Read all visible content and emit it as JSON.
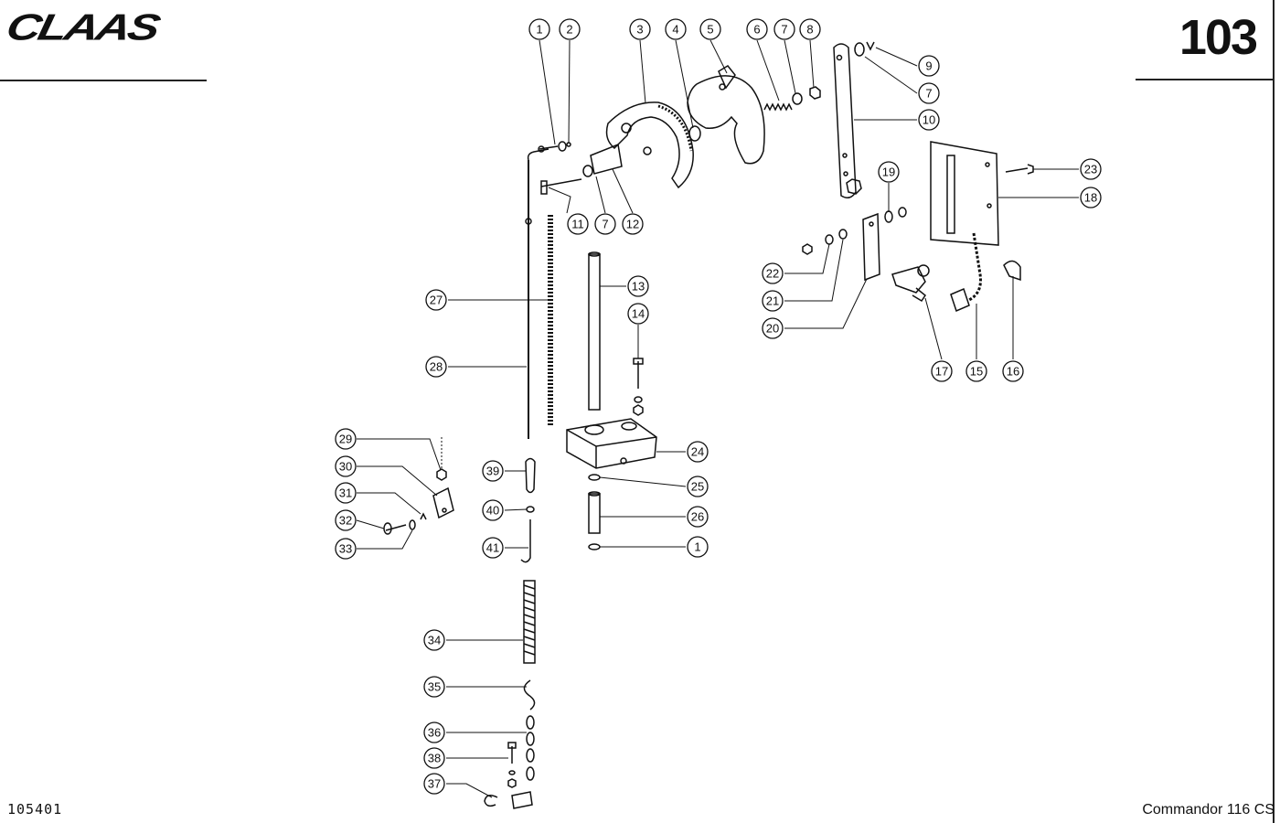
{
  "header": {
    "brand_logo": "CLAAS",
    "page_number": "103"
  },
  "footer": {
    "drawing_code": "105401",
    "model": "Commandor 116 CS"
  },
  "callouts": [
    {
      "id": "c1a",
      "label": "1"
    },
    {
      "id": "c2",
      "label": "2"
    },
    {
      "id": "c3",
      "label": "3"
    },
    {
      "id": "c4",
      "label": "4"
    },
    {
      "id": "c5",
      "label": "5"
    },
    {
      "id": "c6",
      "label": "6"
    },
    {
      "id": "c7a",
      "label": "7"
    },
    {
      "id": "c8",
      "label": "8"
    },
    {
      "id": "c9",
      "label": "9"
    },
    {
      "id": "c7b",
      "label": "7"
    },
    {
      "id": "c10",
      "label": "10"
    },
    {
      "id": "c11",
      "label": "11"
    },
    {
      "id": "c7c",
      "label": "7"
    },
    {
      "id": "c12",
      "label": "12"
    },
    {
      "id": "c13",
      "label": "13"
    },
    {
      "id": "c14",
      "label": "14"
    },
    {
      "id": "c15",
      "label": "15"
    },
    {
      "id": "c16",
      "label": "16"
    },
    {
      "id": "c17",
      "label": "17"
    },
    {
      "id": "c18",
      "label": "18"
    },
    {
      "id": "c19",
      "label": "19"
    },
    {
      "id": "c20",
      "label": "20"
    },
    {
      "id": "c21",
      "label": "21"
    },
    {
      "id": "c22",
      "label": "22"
    },
    {
      "id": "c23",
      "label": "23"
    },
    {
      "id": "c24",
      "label": "24"
    },
    {
      "id": "c25",
      "label": "25"
    },
    {
      "id": "c26",
      "label": "26"
    },
    {
      "id": "c1b",
      "label": "1"
    },
    {
      "id": "c27",
      "label": "27"
    },
    {
      "id": "c28",
      "label": "28"
    },
    {
      "id": "c29",
      "label": "29"
    },
    {
      "id": "c30",
      "label": "30"
    },
    {
      "id": "c31",
      "label": "31"
    },
    {
      "id": "c32",
      "label": "32"
    },
    {
      "id": "c33",
      "label": "33"
    },
    {
      "id": "c34",
      "label": "34"
    },
    {
      "id": "c35",
      "label": "35"
    },
    {
      "id": "c36",
      "label": "36"
    },
    {
      "id": "c37",
      "label": "37"
    },
    {
      "id": "c38",
      "label": "38"
    },
    {
      "id": "c39",
      "label": "39"
    },
    {
      "id": "c40",
      "label": "40"
    },
    {
      "id": "c41",
      "label": "41"
    }
  ]
}
